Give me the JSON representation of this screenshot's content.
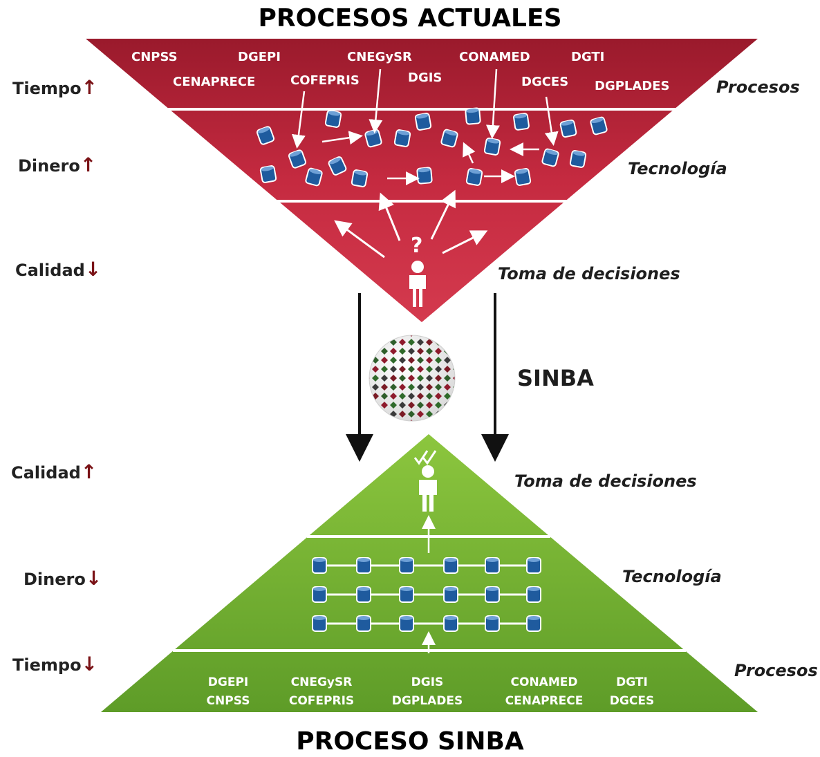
{
  "titles": {
    "top": "PROCESOS ACTUALES",
    "bottom": "PROCESO SINBA"
  },
  "center_label": "SINBA",
  "top_pyramid": {
    "colors": {
      "fill": "#c0283c",
      "dark": "#8e1428",
      "db": "#1f5b9e"
    },
    "side_labels": [
      {
        "text": "Tiempo",
        "arrow": "↑"
      },
      {
        "text": "Dinero",
        "arrow": "↑"
      },
      {
        "text": "Calidad",
        "arrow": "↓"
      }
    ],
    "layer_labels": {
      "processes": "Procesos",
      "technology": "Tecnología",
      "decisions": "Toma de decisiones"
    },
    "orgs_row1": [
      "CNPSS",
      "DGEPI",
      "CNEGySR",
      "CONAMED",
      "DGTI"
    ],
    "orgs_row2": [
      "CENAPRECE",
      "COFEPRIS",
      "DGIS",
      "DGCES",
      "DGPLADES"
    ],
    "question_mark": "?"
  },
  "bottom_pyramid": {
    "colors": {
      "fill": "#7db83a",
      "dark": "#5a9824",
      "db": "#1f5b9e"
    },
    "side_labels": [
      {
        "text": "Calidad",
        "arrow": "↑"
      },
      {
        "text": "Dinero",
        "arrow": "↓"
      },
      {
        "text": "Tiempo",
        "arrow": "↓"
      }
    ],
    "layer_labels": {
      "decisions": "Toma de decisiones",
      "technology": "Tecnología",
      "processes": "Procesos"
    },
    "org_pairs": [
      [
        "DGEPI",
        "CNPSS"
      ],
      [
        "CNEGySR",
        "COFEPRIS"
      ],
      [
        "DGIS",
        "DGPLADES"
      ],
      [
        "CONAMED",
        "CENAPRECE"
      ],
      [
        "DGTI",
        "DGCES"
      ]
    ],
    "check_icon": "check-marks-icon"
  },
  "icons": [
    "database-icon",
    "person-icon",
    "globe-icon",
    "arrow-down-icon"
  ]
}
